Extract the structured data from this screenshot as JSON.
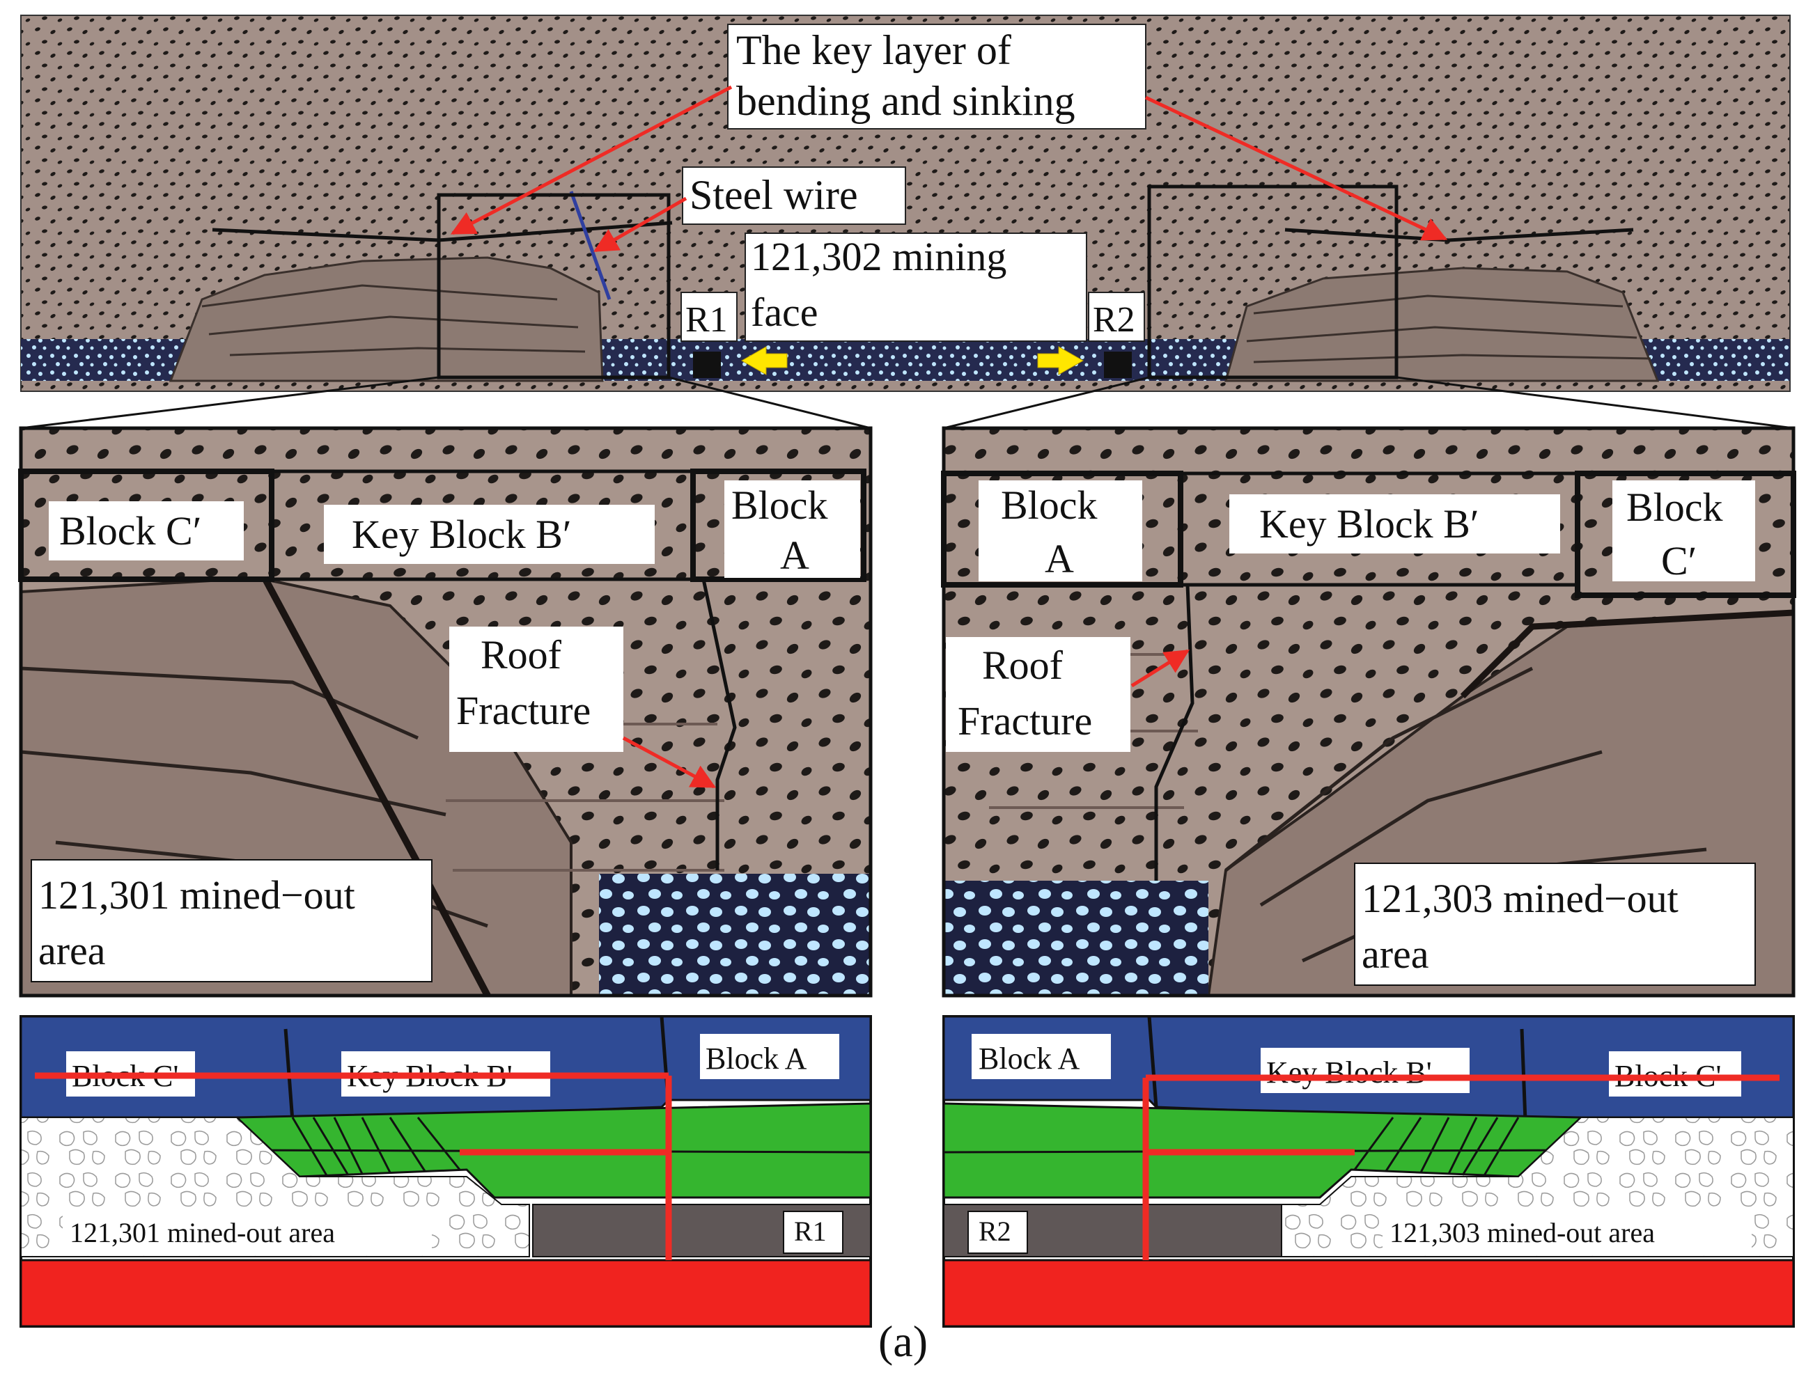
{
  "caption": "(a)",
  "top_panel": {
    "key_layer_line1": "The key layer of",
    "key_layer_line2": "bending and sinking",
    "steel_wire": "Steel wire",
    "mining_face_line1": "121,302  mining",
    "mining_face_line2": "face",
    "roadway_left": "R1",
    "roadway_right": "R2"
  },
  "left_zoom": {
    "block_c": "Block  C′",
    "key_block": "Key  Block  B′",
    "block_a_line1": "Block",
    "block_a_line2": "A",
    "roof_line1": "Roof",
    "roof_line2": "Fracture",
    "mined_line1": "121,301  mined−out",
    "mined_line2": "area"
  },
  "right_zoom": {
    "block_a_line1": "Block",
    "block_a_line2": "A",
    "key_block": "Key  Block  B′",
    "block_c_line1": "Block",
    "block_c_line2": "C′",
    "roof_line1": "Roof",
    "roof_line2": "Fracture",
    "mined_line1": "121,303  mined−out",
    "mined_line2": "area"
  },
  "left_schematic": {
    "block_c": "Block C'",
    "key_block": "Key Block B'",
    "block_a": "Block A",
    "mined_area": "121,301 mined-out area",
    "roadway": "R1"
  },
  "right_schematic": {
    "block_a": "Block A",
    "key_block": "Key Block B'",
    "block_c": "Block C'",
    "mined_area": "121,303 mined-out area",
    "roadway": "R2"
  },
  "colors": {
    "rock": "#a39088",
    "coal_seam": "#2a2f55",
    "key_layer_blue": "#2f4b95",
    "fractured_green": "#35b52f",
    "floor_red": "#f0231f",
    "roadway_gray": "#5f5757",
    "annotation_red": "#ef2b25",
    "arrow_yellow": "#ffe600"
  }
}
